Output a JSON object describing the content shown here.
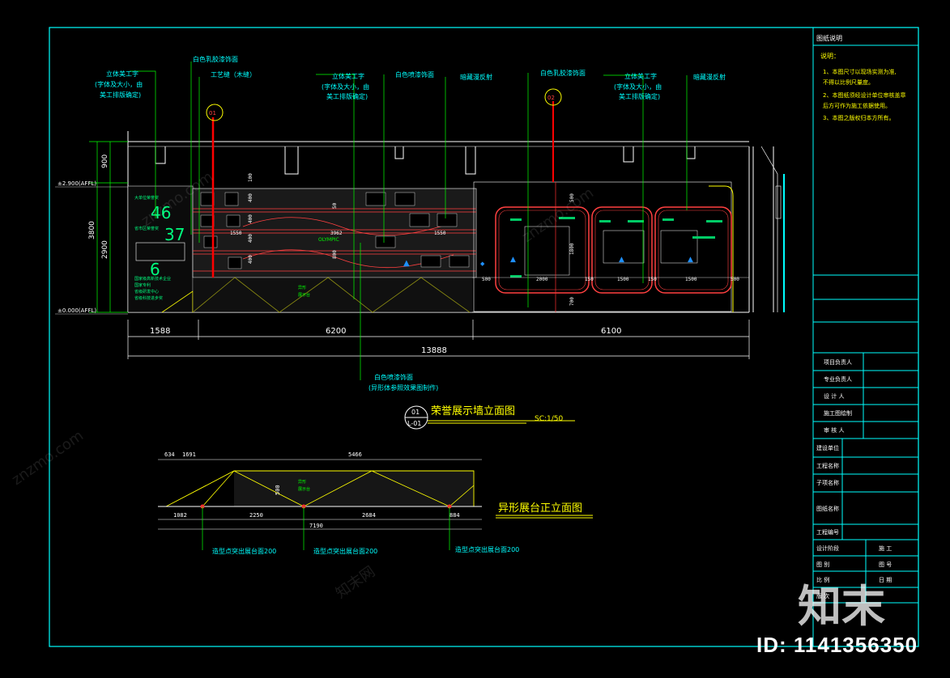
{
  "elevation": {
    "annotations": {
      "a1": [
        "立体美工字",
        "(字体及大小，由",
        "美工排版确定)"
      ],
      "a2": "白色乳胶漆饰面",
      "a3": "工艺缝（木缝）",
      "a4": [
        "立体美工字",
        "(字体及大小，由",
        "美工排版确定)"
      ],
      "a5": "白色喷漆饰面",
      "a6": "暗藏漫反射",
      "a7": "白色乳胶漆饰面",
      "a8": [
        "立体美工字",
        "(字体及大小，由",
        "美工排版确定)"
      ],
      "a9": "暗藏漫反射",
      "bottom": [
        "白色喷漆饰面",
        "(异形体参照效果图制作)"
      ]
    },
    "levels": [
      "±2.900(AFFL)",
      "±0.000(AFFL)"
    ],
    "heights": [
      "900",
      "3800",
      "2900"
    ],
    "dims_bottom": [
      "1588",
      "6200",
      "6100"
    ],
    "dim_total": "13888",
    "inner_dims": [
      "1550",
      "1550",
      "3962",
      "800",
      "100",
      "400",
      "400",
      "400",
      "400",
      "50"
    ],
    "right_dims": [
      "500",
      "2000",
      "150",
      "1500",
      "150",
      "1500",
      "500",
      "1800",
      "500",
      "700"
    ],
    "left_panel": {
      "n1": "46",
      "n2": "37",
      "n3": "6",
      "small": [
        "大单位荣誉奖",
        "省市区荣誉奖",
        "国家级高新技术企业",
        "国家专利",
        "省级研发中心",
        "省级科技进步奖"
      ]
    },
    "platform_text": [
      "异形",
      "展示台"
    ]
  },
  "title1": {
    "num": "01",
    "sheet": "L-01",
    "name": "荣誉展示墙立面图",
    "scale": "SC:1/50"
  },
  "platform": {
    "top_dims": [
      "634",
      "1691",
      "5466"
    ],
    "bottom_dims": [
      "1082",
      "2250",
      "2684",
      "884"
    ],
    "total": "7190",
    "height": "500",
    "notes": [
      "造型点突出展台面200",
      "造型点突出展台面200",
      "造型点突出展台面200"
    ]
  },
  "title2": {
    "name": "异形展台正立面图"
  },
  "titleblock": {
    "header": "图纸说明",
    "notes_label": "说明：",
    "notes": [
      "1、本图尺寸以现场实测为准,",
      "   不得以比例尺量度。",
      "2、本图纸须经设计单位审核盖章",
      "   后方可作为施工依据使用。",
      "3、本图之版权归本方所有。"
    ],
    "roles": [
      "项目负责人",
      "专业负责人",
      "设 计 人",
      "施工图绘制",
      "审 核 人"
    ],
    "rows": [
      "建设单位",
      "工程名称",
      "子项名称",
      "图纸名称",
      "工程编号"
    ],
    "bottom": [
      "设计阶段",
      "施 工",
      "图 别",
      "图 号",
      "比 例",
      "日 期",
      "版 次"
    ]
  },
  "watermark": {
    "id": "ID: 1141356350",
    "logo": "知末",
    "site": "znzmo.com",
    "brand": "知末网"
  },
  "colors": {
    "bg": "#000000",
    "frame": "#00ffff",
    "dim": "#ffffff",
    "anno": "#00ffff",
    "leader": "#00ff00",
    "accent": "#ffff00",
    "wall": "#ff5050",
    "red": "#ff0000",
    "blue": "#1e90ff"
  }
}
